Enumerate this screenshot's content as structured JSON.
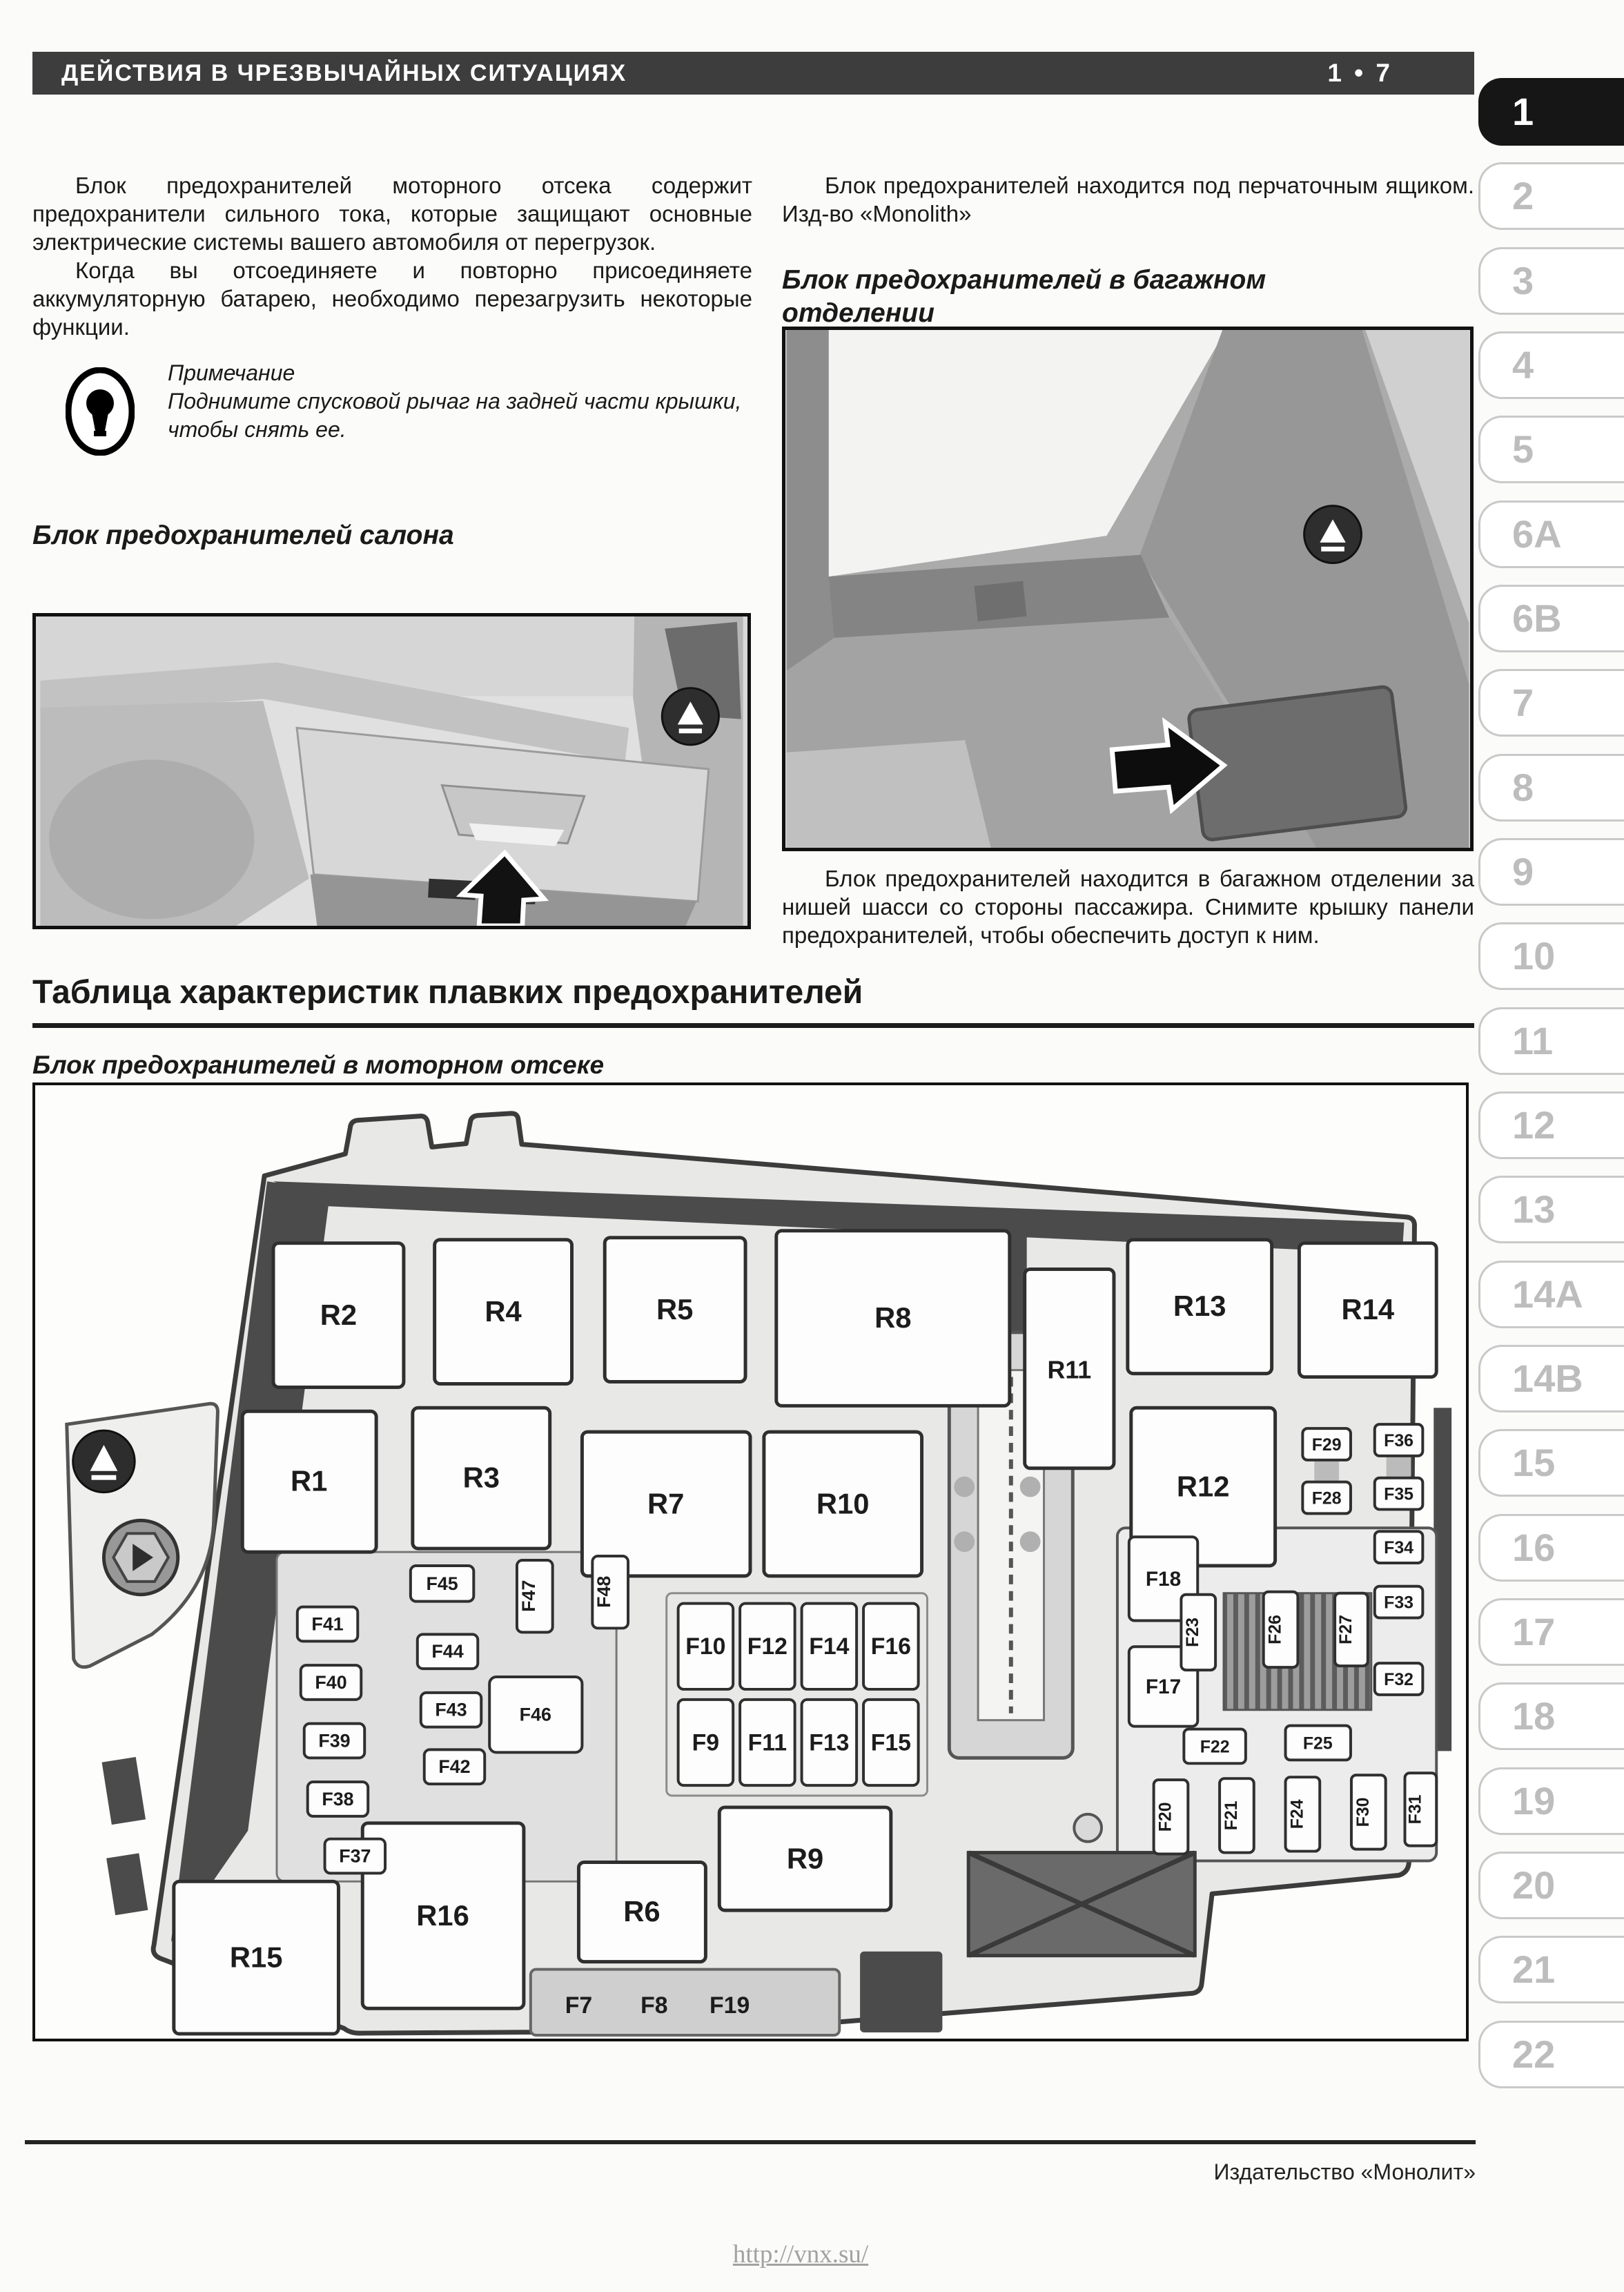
{
  "page": {
    "header": {
      "title": "ДЕЙСТВИЯ В ЧРЕЗВЫЧАЙНЫХ СИТУАЦИЯХ",
      "page_number": "1 • 7"
    },
    "left": {
      "para1": "Блок предохранителей моторного отсека содержит предохранители сильного тока, которые защищают основные электрические системы вашего автомобиля от перегрузок.",
      "para2": "Когда вы отсоединяете и повторно присоединяете аккумуляторную батарею, необходимо перезагрузить некоторые функции.",
      "note_title": "Примечание",
      "note_text": "Поднимите спусковой рычаг на задней части крышки, чтобы снять ее.",
      "heading": "Блок предохранителей салона"
    },
    "right": {
      "para1": "Блок предохранителей находится под перчаточным ящиком. Изд-во «Monolith»",
      "heading": "Блок предохранителей в багажном отделении",
      "caption": "Блок предохранителей находится в багажном отделении за нишей шасси со стороны пассажира. Снимите крышку панели предохранителей, чтобы обеспечить доступ к ним."
    },
    "table_heading": "Таблица характеристик плавких предохранителей",
    "diagram_heading": "Блок предохранителей в моторном отсеке",
    "side_tabs": [
      "1",
      "2",
      "3",
      "4",
      "5",
      "6A",
      "6B",
      "7",
      "8",
      "9",
      "10",
      "11",
      "12",
      "13",
      "14A",
      "14B",
      "15",
      "16",
      "17",
      "18",
      "19",
      "20",
      "21",
      "22"
    ],
    "active_tab": "1",
    "footer": {
      "publisher": "Издательство «Монолит»",
      "url": "http://vnx.su/"
    },
    "colors": {
      "header_bar": "#3d3d3d",
      "active_tab_bg": "#161616"
    }
  },
  "diagram": {
    "labels": {
      "R1": "R1",
      "R2": "R2",
      "R3": "R3",
      "R4": "R4",
      "R5": "R5",
      "R6": "R6",
      "R7": "R7",
      "R8": "R8",
      "R9": "R9",
      "R10": "R10",
      "R11": "R11",
      "R12": "R12",
      "R13": "R13",
      "R14": "R14",
      "R15": "R15",
      "R16": "R16",
      "F7": "F7",
      "F8": "F8",
      "F9": "F9",
      "F10": "F10",
      "F11": "F11",
      "F12": "F12",
      "F13": "F13",
      "F14": "F14",
      "F15": "F15",
      "F16": "F16",
      "F17": "F17",
      "F18": "F18",
      "F19": "F19",
      "F20": "F20",
      "F21": "F21",
      "F22": "F22",
      "F23": "F23",
      "F24": "F24",
      "F25": "F25",
      "F26": "F26",
      "F27": "F27",
      "F28": "F28",
      "F29": "F29",
      "F30": "F30",
      "F31": "F31",
      "F32": "F32",
      "F33": "F33",
      "F34": "F34",
      "F35": "F35",
      "F36": "F36",
      "F37": "F37",
      "F38": "F38",
      "F39": "F39",
      "F40": "F40",
      "F41": "F41",
      "F42": "F42",
      "F43": "F43",
      "F44": "F44",
      "F45": "F45",
      "F46": "F46",
      "F47": "F47",
      "F48": "F48"
    }
  }
}
